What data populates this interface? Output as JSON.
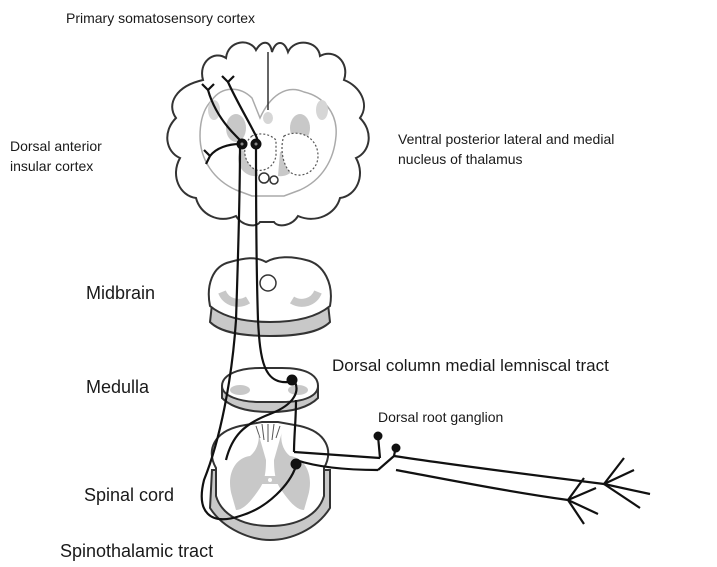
{
  "labels": {
    "primary_cortex": "Primary somatosensory cortex",
    "insular_line1": "Dorsal anterior",
    "insular_line2": "insular cortex",
    "thalamus_line1": "Ventral posterior lateral and medial",
    "thalamus_line2": "nucleus of thalamus",
    "midbrain": "Midbrain",
    "medulla": "Medulla",
    "dcml": "Dorsal column medial lemniscal tract",
    "drg": "Dorsal root ganglion",
    "spinal_cord": "Spinal cord",
    "spinothalamic": "Spinothalamic tract"
  }
}
